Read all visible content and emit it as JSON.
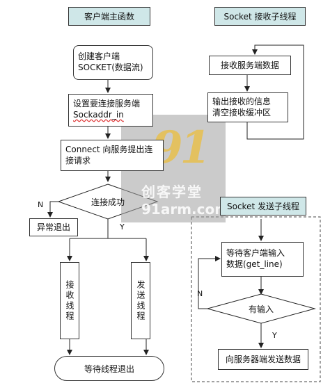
{
  "client_main": {
    "header": "客户端主函数",
    "create_socket": [
      "创建客户端",
      "SOCKET(数据流)"
    ],
    "set_sockaddr": [
      "设置要连接服务端",
      "Sockaddr_in"
    ],
    "connect": [
      "Connect 向服务提出连",
      "接请求"
    ],
    "decision": "连接成功",
    "no_label": "N",
    "yes_label": "Y",
    "exit_abnormal": "异常退出",
    "recv_thread": "接收线程",
    "send_thread": "发送线程",
    "wait_exit": "等待线程退出"
  },
  "recv_thread": {
    "header": "Socket 接收子线程",
    "recv_data": "接收服务端数据",
    "output": [
      "输出接收的信息",
      "清空接收缓冲区"
    ]
  },
  "send_thread": {
    "header": "Socket 发送子线程",
    "wait_input": [
      "等待客户端输入",
      "数据(get_line)"
    ],
    "decision": "有输入",
    "no_label": "N",
    "yes_label": "Y",
    "send_data": "向服务器端发送数据"
  },
  "watermark": {
    "number": "91",
    "name": "创客学堂",
    "url": "91arm.com"
  }
}
